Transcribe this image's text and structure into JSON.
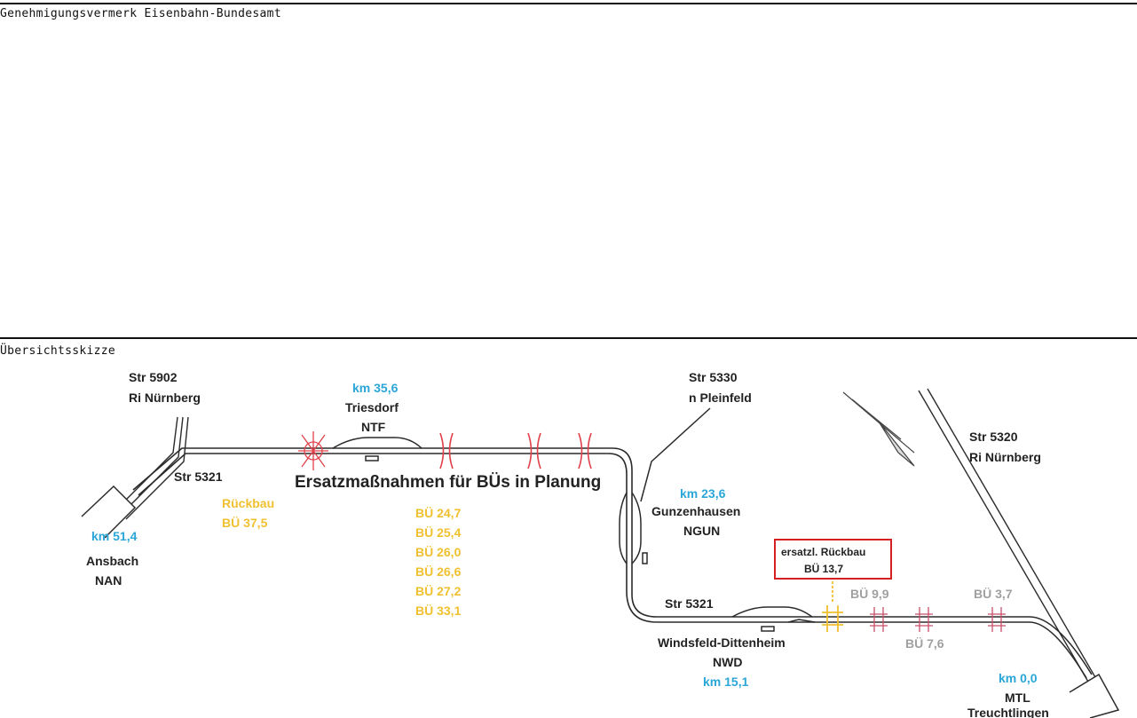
{
  "approval_label": "Genehmigungsvermerk Eisenbahn-Bundesamt",
  "sketch_label": "Übersichtsskizze",
  "colors": {
    "track": "#2b2b2b",
    "km": "#2aa6d8",
    "rueckbau": "#f0c030",
    "crossing_planned": "#e0404a",
    "crossing_grey": "#a0a0a0",
    "box_border": "#d42020",
    "text": "#222222"
  },
  "diagram": {
    "title": "Ersatzmaßnahmen für BÜs in Planung",
    "str5902": "Str 5902",
    "ri_nuernberg_1": "Ri Nürnberg",
    "str5321_a": "Str 5321",
    "rueckbau": "Rückbau",
    "bu_37_5": "BÜ 37,5",
    "km_51_4": "km 51,4",
    "ansbach": "Ansbach",
    "nan": "NAN",
    "km_35_6": "km 35,6",
    "triesdorf": "Triesdorf",
    "ntf": "NTF",
    "bu_list": [
      "BÜ 24,7",
      "BÜ 25,4",
      "BÜ 26,0",
      "BÜ 26,6",
      "BÜ 27,2",
      "BÜ 33,1"
    ],
    "str5330": "Str 5330",
    "n_pleinfeld": "n Pleinfeld",
    "km_23_6": "km 23,6",
    "gunzenhausen": "Gunzenhausen",
    "ngun": "NGUN",
    "str5320": "Str 5320",
    "ri_nuernberg_2": "Ri Nürnberg",
    "box_line1": "ersatzl. Rückbau",
    "box_line2": "BÜ 13,7",
    "bu_9_9": "BÜ 9,9",
    "bu_7_6": "BÜ 7,6",
    "bu_3_7": "BÜ 3,7",
    "str5321_b": "Str 5321",
    "windsfeld": "Windsfeld-Dittenheim",
    "nwd": "NWD",
    "km_15_1": "km 15,1",
    "km_0_0": "km 0,0",
    "mtl": "MTL",
    "treuchtlingen": "Treuchtlingen"
  }
}
